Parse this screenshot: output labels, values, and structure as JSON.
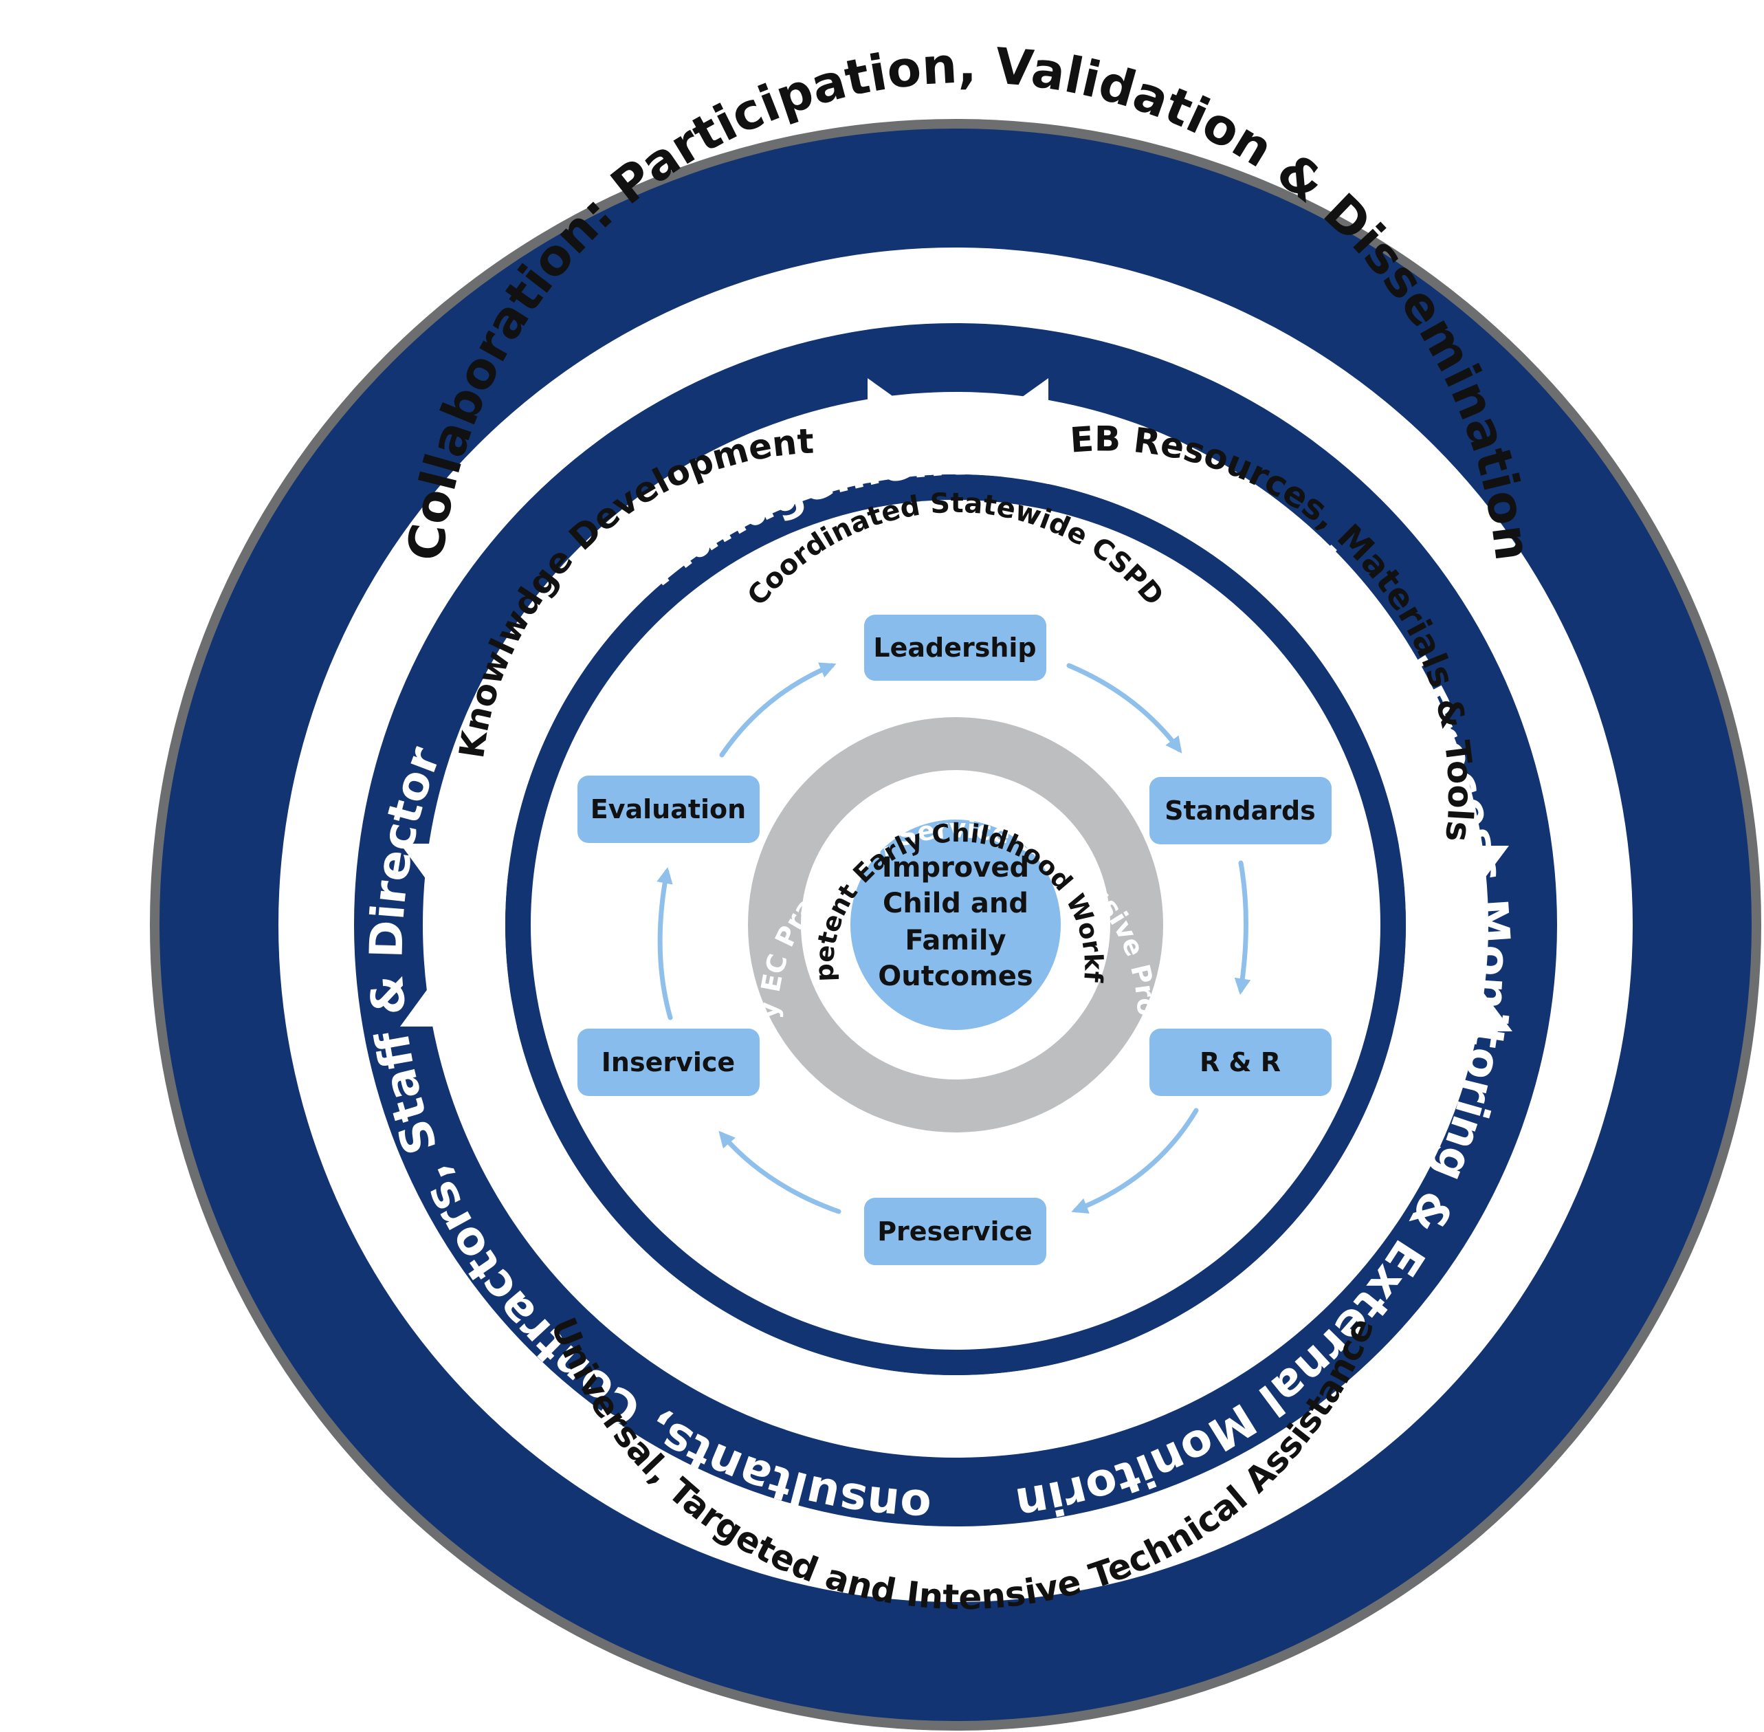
{
  "outer_ring": {
    "top_label": "Management & Evaluation",
    "left_label": "Consultants, Contractors, Staff & Directors",
    "right_label": "Internal Process Monitoring & External Monitoring"
  },
  "collaboration_ring": {
    "label": "Collaboration: Participation, Validation & Dissemination"
  },
  "cycle_arrows": {
    "left_label": "Knowlwdge Development",
    "right_label": "EB Resources, Materials & Tools",
    "bottom_label": "Universal, Targeted and Intensive Technical Assistance"
  },
  "inner_circle": {
    "label": "Coordinated Statewide CSPD"
  },
  "gray_ring": {
    "label": "Quality EC Practices, Service & Inclusive Programs"
  },
  "workforce_ring": {
    "label": "Competent Early Childhood Workforce"
  },
  "center": {
    "lines": [
      "Improved",
      "Child and",
      "Family",
      "Outcomes"
    ]
  },
  "process_boxes": [
    {
      "id": "leadership",
      "label": "Leadership"
    },
    {
      "id": "standards",
      "label": "Standards"
    },
    {
      "id": "rr",
      "label": "R & R"
    },
    {
      "id": "preservice",
      "label": "Preservice"
    },
    {
      "id": "inservice",
      "label": "Inservice"
    },
    {
      "id": "evaluation",
      "label": "Evaluation"
    }
  ],
  "colors": {
    "navy": "#123472",
    "gray_border": "#6d6e70",
    "light_blue": "#88bcec",
    "arrow_blue": "#8fc0ec",
    "gray_ring": "#bcbec0"
  }
}
